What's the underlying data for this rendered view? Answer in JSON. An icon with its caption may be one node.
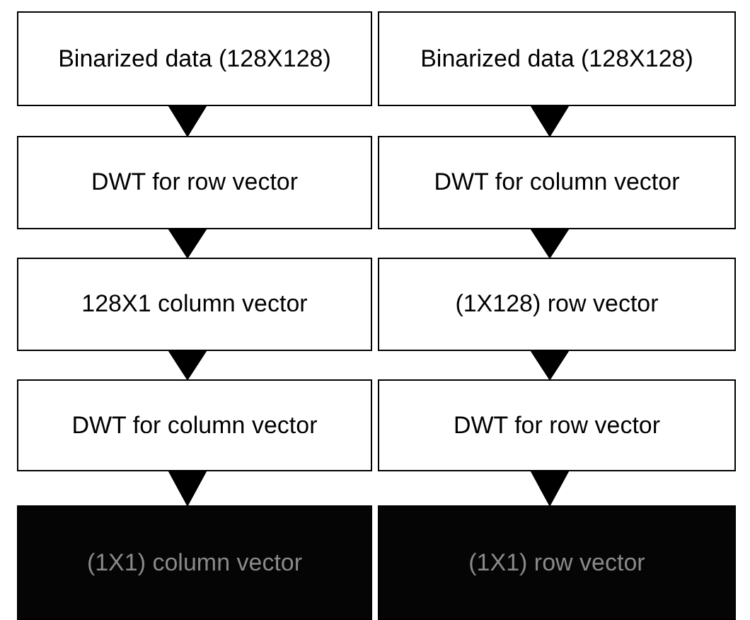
{
  "diagram": {
    "nodes": [
      {
        "text": [
          "Binarized data (128X128)"
        ]
      },
      {
        "text": [
          "Binarized data (128X128)"
        ]
      },
      {
        "text": [
          "DWT for row vector"
        ]
      },
      {
        "text": [
          "DWT for column vector"
        ]
      },
      {
        "text": [
          "128X1 column vector"
        ]
      },
      {
        "text": [
          "(1X128) row vector"
        ]
      },
      {
        "text": [
          "DWT for column vector"
        ]
      },
      {
        "text": [
          "DWT for row vector"
        ]
      },
      {
        "text": [
          "(1X1) column vector"
        ]
      },
      {
        "text": [
          "(1X1) row vector"
        ]
      }
    ],
    "edges": [
      {
        "from": 0,
        "to": 2,
        "arrow": "to"
      },
      {
        "from": 1,
        "to": 3,
        "arrow": "to"
      },
      {
        "from": 2,
        "to": 4,
        "arrow": "to"
      },
      {
        "from": 3,
        "to": 5,
        "arrow": "to"
      },
      {
        "from": 4,
        "to": 6,
        "arrow": "to"
      },
      {
        "from": 5,
        "to": 7,
        "arrow": "to"
      },
      {
        "from": 6,
        "to": 8,
        "arrow": "to"
      },
      {
        "from": 7,
        "to": 9,
        "arrow": "to"
      }
    ]
  }
}
